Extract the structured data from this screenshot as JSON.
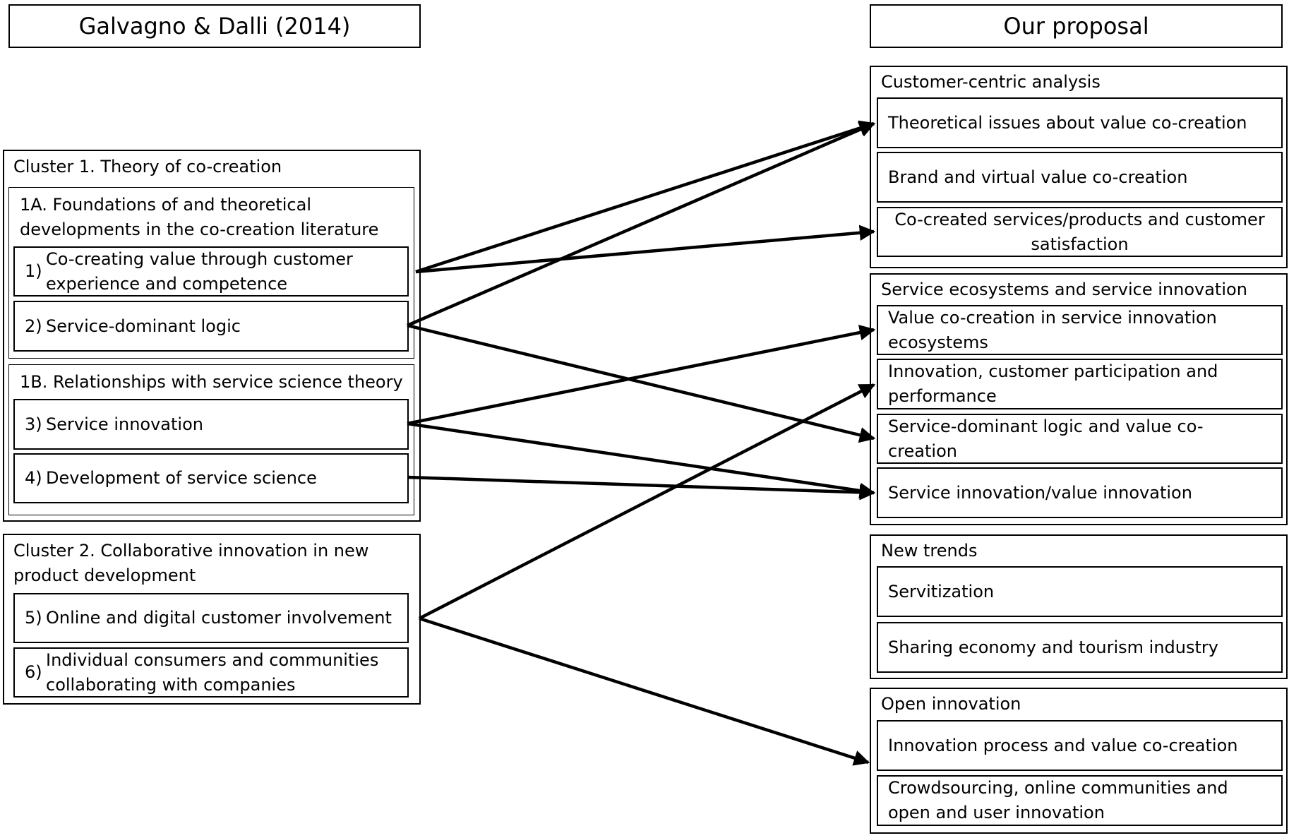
{
  "left": {
    "title": "Galvagno & Dalli (2014)",
    "cluster1": {
      "label": "Cluster 1. Theory of co-creation",
      "sub_a": {
        "label": "1A. Foundations of and theoretical\ndevelopments in the co-creation literature",
        "items": [
          {
            "num": "1)",
            "text": "Co-creating value through customer\nexperience and competence"
          },
          {
            "num": "2)",
            "text": "Service-dominant logic"
          }
        ]
      },
      "sub_b": {
        "label": "1B. Relationships with service science theory",
        "items": [
          {
            "num": "3)",
            "text": "Service innovation"
          },
          {
            "num": "4)",
            "text": "Development of service science"
          }
        ]
      }
    },
    "cluster2": {
      "label": "Cluster 2. Collaborative innovation in new\nproduct development",
      "items": [
        {
          "num": "5)",
          "text": "Online and digital customer involvement"
        },
        {
          "num": "6)",
          "text": "Individual consumers and communities\ncollaborating with companies"
        }
      ]
    }
  },
  "right": {
    "title": "Our proposal",
    "groups": [
      {
        "label": "Customer-centric analysis",
        "items": [
          "Theoretical issues about value co-creation",
          "Brand and virtual value co-creation",
          "Co-created services/products and customer\nsatisfaction"
        ]
      },
      {
        "label": "Service ecosystems and service innovation",
        "items": [
          "Value co-creation in service innovation\necosystems",
          "Innovation, customer participation and\nperformance",
          "Service-dominant logic and value co-creation",
          "Service innovation/value innovation"
        ]
      },
      {
        "label": "New trends",
        "items": [
          "Servitization",
          "Sharing economy and tourism industry"
        ]
      },
      {
        "label": "Open innovation",
        "items": [
          "Innovation process and value co-creation",
          "Crowdsourcing, online communities and\nopen and user innovation"
        ]
      }
    ]
  },
  "links": [
    {
      "from": "1",
      "to": "Theoretical issues about value co-creation"
    },
    {
      "from": "1",
      "to": "Co-created services/products and customer satisfaction"
    },
    {
      "from": "2",
      "to": "Theoretical issues about value co-creation"
    },
    {
      "from": "2",
      "to": "Service-dominant logic and value co-creation"
    },
    {
      "from": "3",
      "to": "Value co-creation in service innovation ecosystems"
    },
    {
      "from": "3",
      "to": "Service innovation/value innovation"
    },
    {
      "from": "4",
      "to": "Service innovation/value innovation"
    },
    {
      "from": "5",
      "to": "Innovation, customer participation and performance"
    },
    {
      "from": "5",
      "to": "Open innovation"
    }
  ]
}
